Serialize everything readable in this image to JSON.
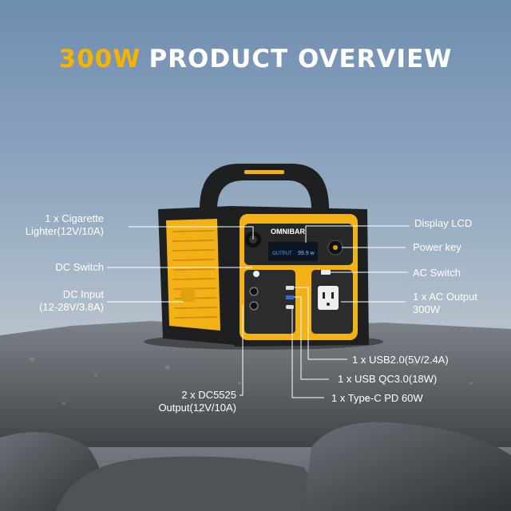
{
  "headline": {
    "accent": "300W",
    "rest": "PRODUCT OVERVIEW"
  },
  "device": {
    "brand": "OMNIBAR",
    "lcd_text": "OUTPUT",
    "lcd_value": "99.9 w"
  },
  "callouts": {
    "cig_lighter_1": "1 x Cigarette",
    "cig_lighter_2": "Lighter(12V/10A)",
    "dc_switch": "DC Switch",
    "dc_input_1": "DC Input",
    "dc_input_2": "(12-28V/3.8A)",
    "dc5525_1": "2 x DC5525",
    "dc5525_2": "Output(12V/10A)",
    "display_lcd": "Display LCD",
    "power_key": "Power key",
    "ac_switch": "AC Switch",
    "ac_output_1": "1 x AC Output",
    "ac_output_2": "300W",
    "usb2": "1 x USB2.0(5V/2.4A)",
    "usb_qc": "1 x USB QC3.0(18W)",
    "type_c": "1 x Type-C PD 60W"
  },
  "colors": {
    "accent": "#f4b400",
    "device_yellow": "#f2b117",
    "device_black": "#1e1f21",
    "text": "#ffffff"
  }
}
